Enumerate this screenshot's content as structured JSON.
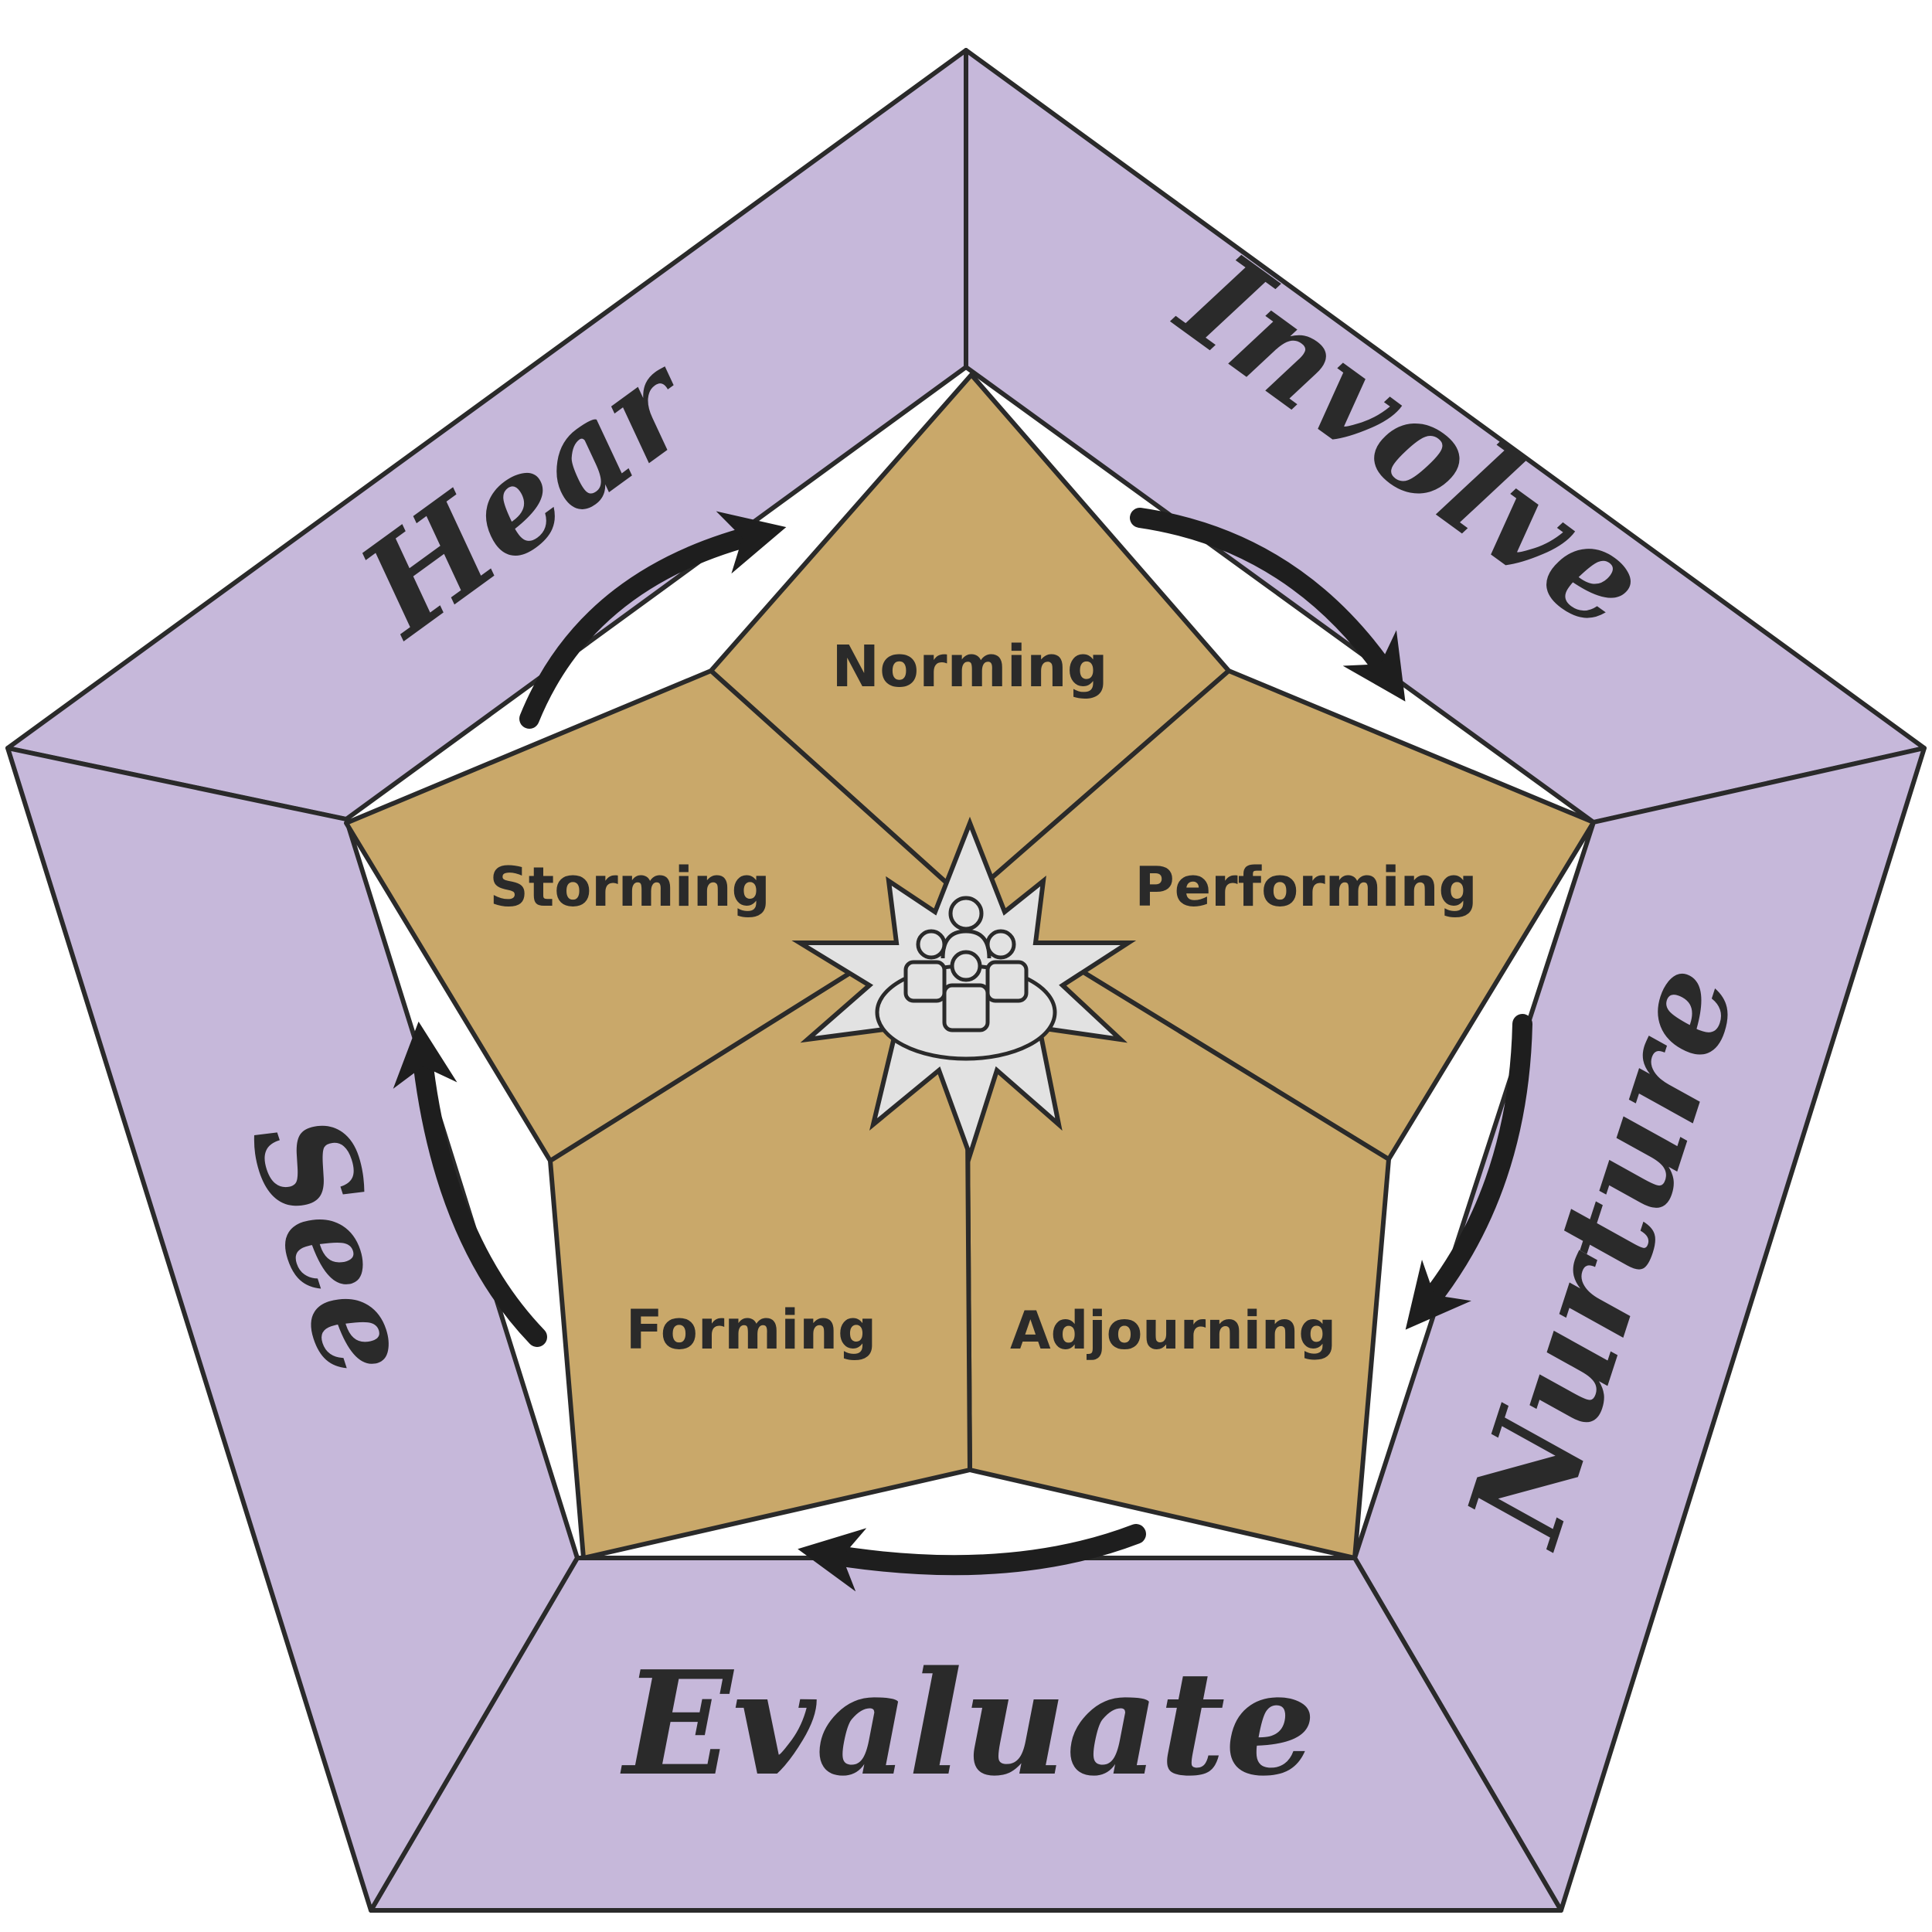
{
  "colors": {
    "outer_fill": "#c6b8da",
    "inner_fill": "#c9a86a",
    "line": "#2a2a2a",
    "star_fill": "#e2e2e2",
    "arrow": "#1e1e1e"
  },
  "outer_labels": {
    "hear": "Hear",
    "involve": "Involve",
    "nurture": "Nurture",
    "evaluate": "Evaluate",
    "see": "See"
  },
  "inner_labels": {
    "norming": "Norming",
    "storming": "Storming",
    "performing": "Performing",
    "forming": "Forming",
    "adjourning": "Adjourning"
  },
  "center_icon": "team-meeting-icon"
}
